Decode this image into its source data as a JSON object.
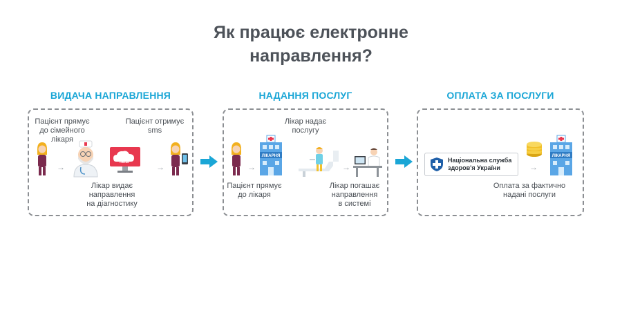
{
  "title_line1": "Як працює електронне",
  "title_line2": "направлення?",
  "sections": [
    {
      "heading": "ВИДАЧА НАПРАВЛЕННЯ"
    },
    {
      "heading": "НАДАННЯ ПОСЛУГ"
    },
    {
      "heading": "ОПЛАТА ЗА ПОСЛУГИ"
    }
  ],
  "captions": {
    "s1_patient_1": "Пацієнт прямує",
    "s1_patient_2": "до сімейного",
    "s1_patient_3": "лікаря",
    "s1_sms_1": "Пацієнт отримує",
    "s1_sms_2": "sms",
    "s1_doctor_1": "Лікар видає",
    "s1_doctor_2": "направлення",
    "s1_doctor_3": "на діагностику",
    "s2_service_1": "Лікар надає",
    "s2_service_2": "послугу",
    "s2_patient_1": "Пацієнт прямує",
    "s2_patient_2": "до лікаря",
    "s2_close_1": "Лікар погашає",
    "s2_close_2": "направлення",
    "s2_close_3": "в системі",
    "s3_pay_1": "Оплата за фактично",
    "s3_pay_2": "надані послуги"
  },
  "labels": {
    "hospital_sign": "ЛІКАРНЯ",
    "helsi": "helsi",
    "nszu_1": "Національна служба",
    "nszu_2": "здоров'я України"
  },
  "colors": {
    "accent": "#1aa6d6",
    "patient_dress": "#7b2a4e",
    "patient_hair": "#f2b01e",
    "helsi_red": "#e8384f",
    "hospital_blue": "#5aa6e6",
    "coins": "#f2c02a",
    "nszu_blue": "#1f5fa8"
  },
  "icons": [
    "patient-figure",
    "doctor-avatar",
    "helsi-monitor",
    "phone",
    "hospital-building",
    "dentist-chair",
    "doctor-at-desk",
    "nszu-shield",
    "coins-stack"
  ]
}
